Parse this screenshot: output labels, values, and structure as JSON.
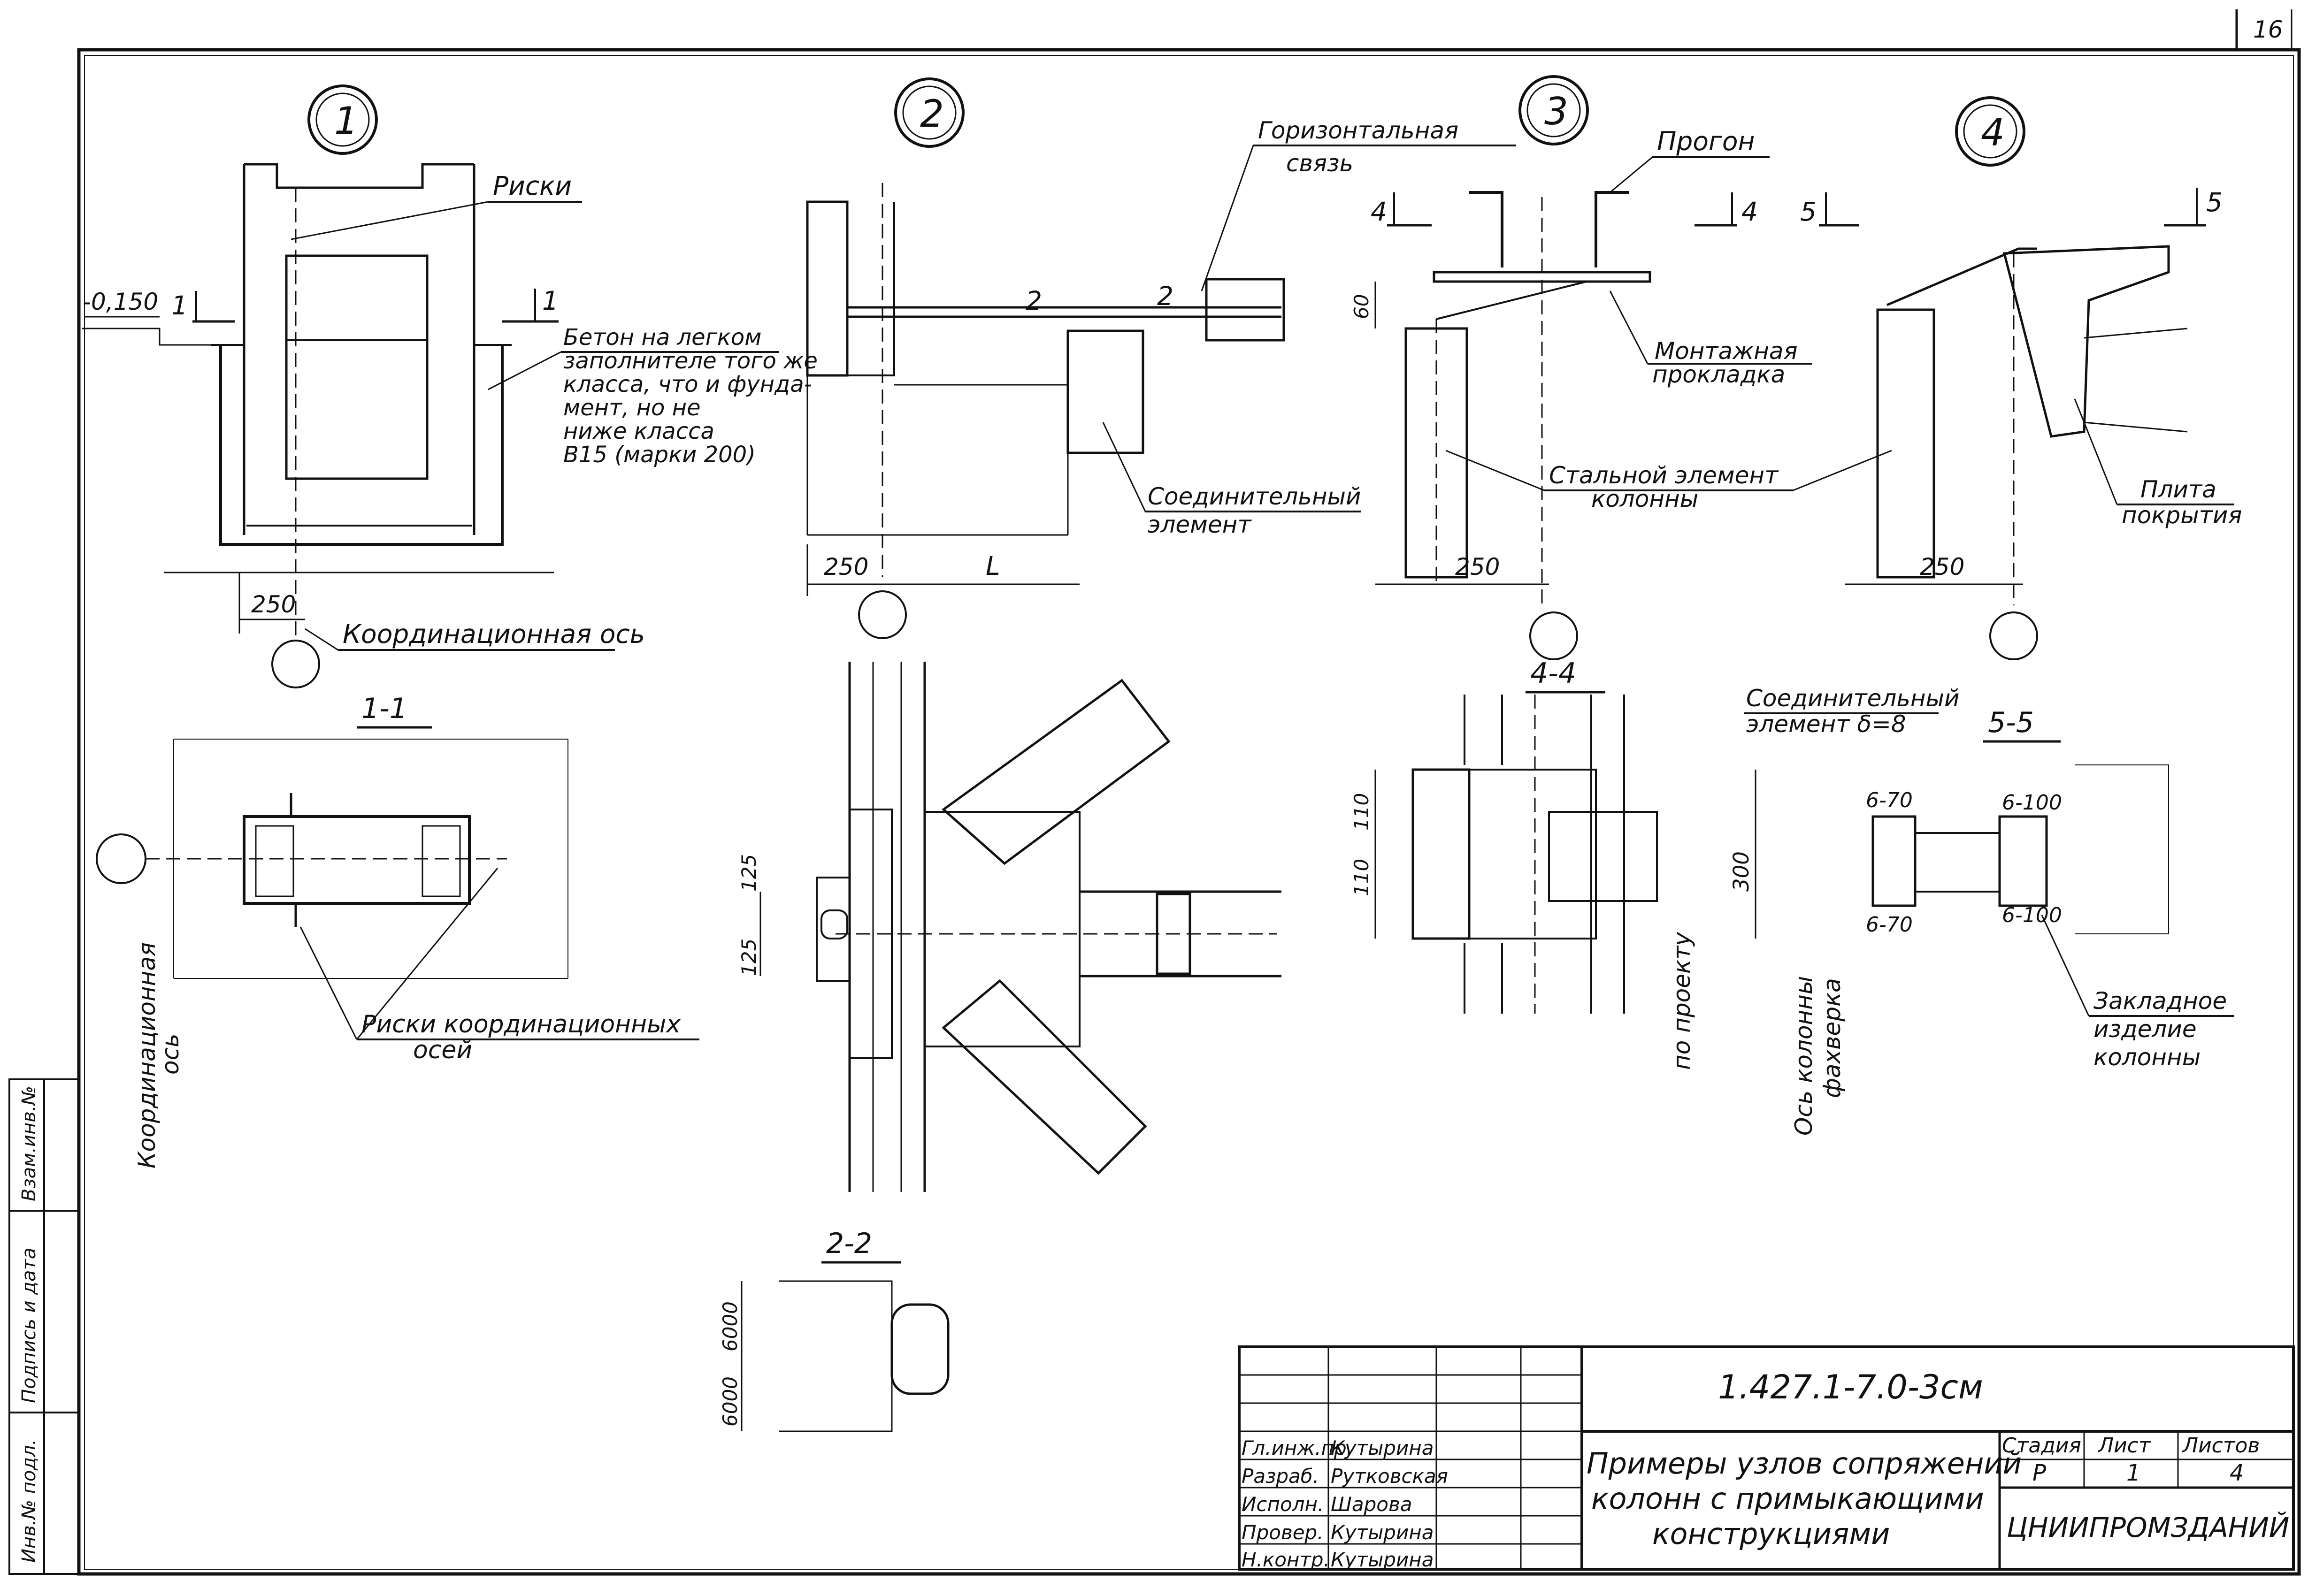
{
  "sheet_number": "16",
  "nodes": {
    "n1": "1",
    "n2": "2",
    "n3": "3",
    "n4": "4"
  },
  "callouts": {
    "mark_level": "-0,150",
    "riski": "Риски",
    "concrete_note": [
      "Бетон на легком",
      "заполнителе того же",
      "класса, что и фунда-",
      "мент, но не",
      "ниже класса",
      "В15 (марки 200)"
    ],
    "coord_axis": "Координационная ось",
    "horizontal_tie": [
      "Горизонтальная",
      "связь"
    ],
    "connecting_element": [
      "Соединительный",
      "элемент"
    ],
    "purlin": "Прогон",
    "mounting_pad": [
      "Монтажная",
      "прокладка"
    ],
    "steel_column_element": [
      "Стальной элемент",
      "колонны"
    ],
    "roof_slab": [
      "Плита",
      "покрытия"
    ],
    "coord_axes_marks": [
      "Риски координационных",
      "осей"
    ],
    "coord_axis_vertical": [
      "Координационная",
      "ось"
    ],
    "connecting_element_thk": [
      "Соединительный",
      "элемент δ=8"
    ],
    "embedded_item": [
      "Закладное",
      "изделие",
      "колонны"
    ],
    "per_project": "по проекту",
    "column_axis": [
      "Ось колонны",
      "фахверка"
    ]
  },
  "dimensions": {
    "d250": "250",
    "dL": "L",
    "d60": "60",
    "d125": "125",
    "d110": "110",
    "d300": "300",
    "d6000": "6000",
    "weld_6_70": "6-70",
    "weld_6_100": "6-100"
  },
  "sections": {
    "s1": "1-1",
    "s2": "2-2",
    "s4": "4-4",
    "s5": "5-5",
    "m1": "1",
    "m2": "2",
    "m4": "4",
    "m5": "5"
  },
  "title_block": {
    "code": "1.427.1-7.0-3см",
    "title_lines": [
      "Примеры узлов сопряжений",
      "колонн с примыкающими",
      "конструкциями"
    ],
    "stage_label": "Стадия",
    "sheet_label": "Лист",
    "sheets_label": "Листов",
    "stage": "Р",
    "sheet": "1",
    "sheets": "4",
    "org": "ЦНИИПРОМЗДАНИЙ",
    "roles": [
      {
        "role": "Гл.инж.пр.",
        "name": "Кутырина"
      },
      {
        "role": "Разраб.",
        "name": "Рутковская"
      },
      {
        "role": "Исполн.",
        "name": "Шарова"
      },
      {
        "role": "Провер.",
        "name": "Кутырина"
      },
      {
        "role": "Н.контр.",
        "name": "Кутырина"
      }
    ]
  },
  "side_stamp": [
    "Инв.№ подл.",
    "Подпись и дата",
    "Взам.инв.№"
  ]
}
